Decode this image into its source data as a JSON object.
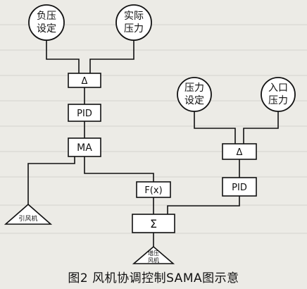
{
  "nodes": {
    "neg_pressure_setpoint": "负压\n设定",
    "actual_pressure": "实际\n压力",
    "pressure_setpoint": "压力\n设定",
    "inlet_pressure": "入口\n压力"
  },
  "blocks": {
    "delta_left": "Δ",
    "pid_left": "PID",
    "ma": "MA",
    "fx": "F(x)",
    "delta_right": "Δ",
    "pid_right": "PID",
    "sum": "Σ"
  },
  "outputs": {
    "induced_fan": "引风机",
    "forced_fan": "增压\n风机"
  },
  "caption": "图2  风机协调控制SAMA图示意"
}
